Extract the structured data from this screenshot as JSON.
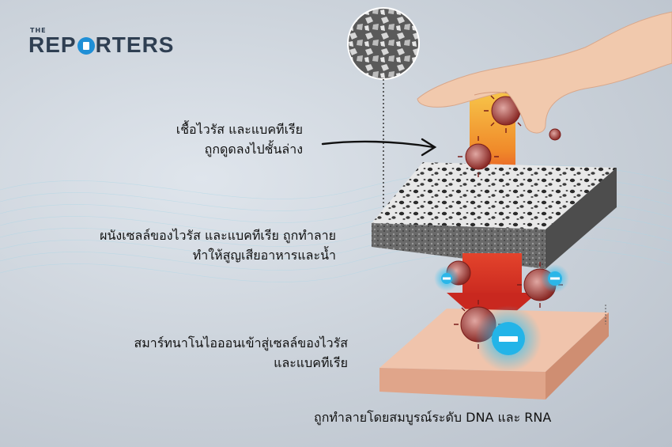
{
  "logo": {
    "small": "THE",
    "part1": "REP",
    "part2": "RTERS"
  },
  "labels": {
    "virus_drawn_line1": "เชื้อไวรัส และแบคทีเรีย",
    "virus_drawn_line2": "ถูกดูดลงไปชั้นล่าง",
    "membrane_line1": "ผนังเซลล์ของไวรัส และแบคทีเรีย ถูกทำลาย",
    "membrane_line2": "ทำให้สูญเสียอาหารและน้ำ",
    "ion_line1": "สมาร์ทนาโนไอออนเข้าสู่เซลล์ของไวรัส",
    "ion_line2": "และแบคทีเรีย",
    "destroyed": "ถูกทำลายโดยสมบูรณ์ระดับ DNA และ RNA"
  },
  "colors": {
    "logo_text": "#2f3f52",
    "logo_accent": "#1f8fd6",
    "ion": "#23b4e8",
    "virus": "#b2322c"
  }
}
